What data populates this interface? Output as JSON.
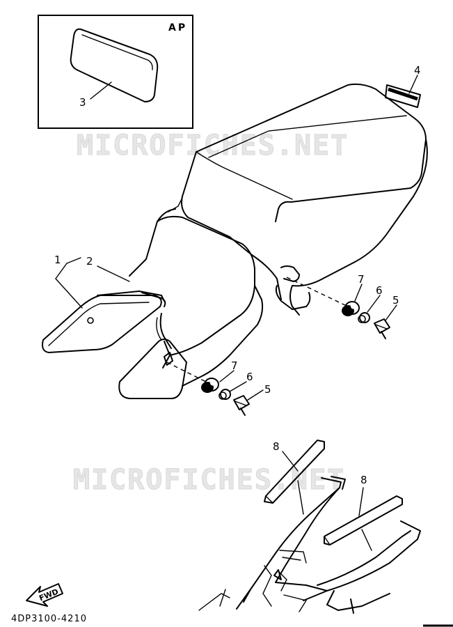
{
  "inset": {
    "label": "AP"
  },
  "watermarks": [
    "MICROFICHES.NET",
    "MICROFICHES.NET"
  ],
  "callouts": {
    "c1": "1",
    "c2": "2",
    "c3": "3",
    "c4": "4",
    "c5a": "5",
    "c6a": "6",
    "c7a": "7",
    "c5b": "5",
    "c6b": "6",
    "c7b": "7",
    "c8a": "8",
    "c8b": "8"
  },
  "fwd": "FWD",
  "reference_code": "4DP3100-4210"
}
